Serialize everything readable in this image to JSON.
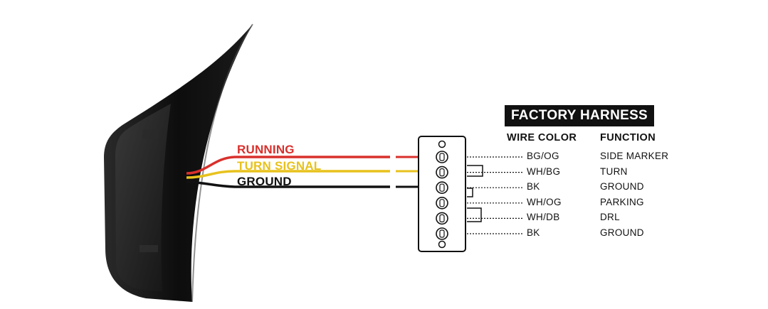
{
  "harness": {
    "title": "FACTORY HARNESS",
    "col_wire_color": "WIRE COLOR",
    "col_function": "FUNCTION",
    "rows": [
      {
        "wire": "BG/OG",
        "function": "SIDE MARKER"
      },
      {
        "wire": "WH/BG",
        "function": "TURN"
      },
      {
        "wire": "BK",
        "function": "GROUND"
      },
      {
        "wire": "WH/OG",
        "function": "PARKING"
      },
      {
        "wire": "WH/DB",
        "function": "DRL"
      },
      {
        "wire": "BK",
        "function": "GROUND"
      }
    ]
  },
  "wires": [
    {
      "label": "RUNNING",
      "color": "#d9302c"
    },
    {
      "label": "TURN SIGNAL",
      "color": "#e8c21d"
    },
    {
      "label": "GROUND",
      "color": "#111111"
    }
  ],
  "colors": {
    "running": "#d9302c",
    "turn": "#e8c21d",
    "ground": "#111111"
  }
}
